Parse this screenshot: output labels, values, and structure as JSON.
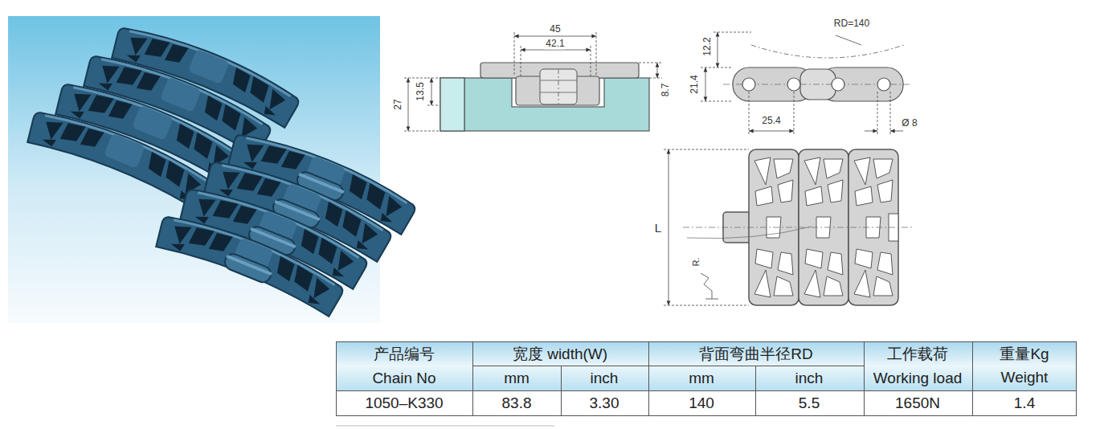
{
  "diagram": {
    "labels": [
      "45",
      "42.1",
      "13.5",
      "27",
      "8.7",
      "RD=140",
      "12.2",
      "21.4",
      "25.4",
      "Ø 8",
      "L",
      "R.",
      "产品编号",
      "Chain No",
      "宽度 width(W)",
      "mm",
      "inch",
      "背面弯曲半径RD",
      "mm",
      "inch",
      "工作载荷",
      "Working load",
      "重量Kg",
      "Weight",
      "1050–K330",
      "83.8",
      "3.30",
      "140",
      "5.5",
      "1650N",
      "1.4"
    ]
  }
}
